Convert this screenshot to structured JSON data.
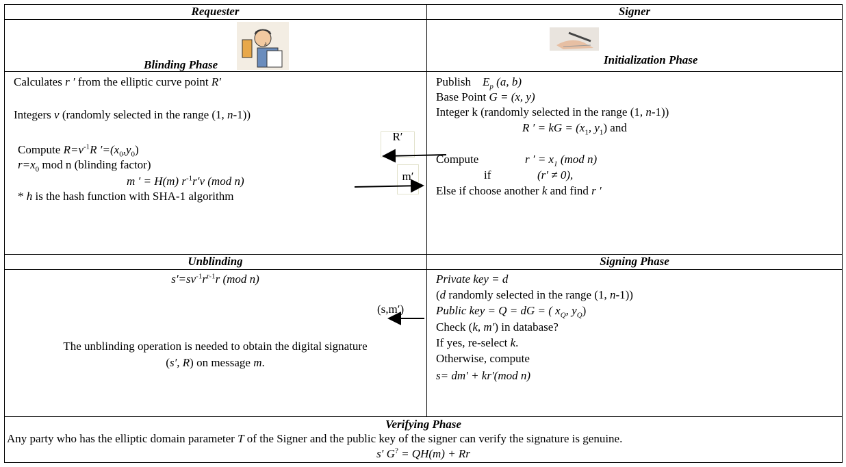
{
  "headers": {
    "requester": "Requester",
    "signer": "Signer",
    "blinding_phase": "Blinding Phase",
    "initialization_phase": "Initialization Phase",
    "unblinding": "Unblinding",
    "signing_phase": "Signing Phase",
    "verifying_phase": "Verifying Phase"
  },
  "images": {
    "requester": "person-reading-illustration",
    "signer": "hand-writing-signature-photo"
  },
  "blinding": {
    "line1_pre": "Calculates ",
    "line1_var": "r ′",
    "line1_post": " from the elliptic curve point ",
    "line1_pt": "R′",
    "line2_pre": "Integers ",
    "line2_var": "v",
    "line2_mid": "  (randomly selected in the range (1, ",
    "line2_n": "n",
    "line2_post": "-1))",
    "line3_pre": "Compute ",
    "line3_expr": "R=v",
    "line3_sup": "-1",
    "line3_mid": "R ′",
    "line3_eq": "=(x",
    "line3_sub0": "0",
    "line3_y": ",y",
    "line3_sub1": "0",
    "line3_close": ")",
    "line4_r": "r=x",
    "line4_sub": "0",
    "line4_post": " mod n (blinding factor)",
    "line5": "m ′ = H(m) r",
    "line5_sup": "-1",
    "line5_post": "r′v  (mod n)",
    "line6_pre": "* ",
    "line6_h": "h",
    "line6_post": " is the hash function with SHA-1 algorithm"
  },
  "init": {
    "publish": "Publish",
    "ep": "E",
    "ep_sub": "p",
    "ep_args": " (a, b)",
    "base_pre": "Base Point  ",
    "base_expr": "G",
    "base_post": " = (x, y)",
    "int_pre": "Integer  k  (randomly selected in the range (1, ",
    "int_n": "n",
    "int_post": "-1))",
    "rk": "R ′ = kG",
    "rk_eq": " = (x",
    "rk_sub1": "1",
    "rk_y": ", y",
    "rk_sub2": "1",
    "rk_post": ") and",
    "compute": "Compute",
    "r_eq": "r ′ = x",
    "r_sub": "1",
    "r_post": " (mod n)",
    "if": "if",
    "if_cond": "(r′ ≠ 0),",
    "else_pre": "Else if  choose another ",
    "else_k": "k",
    "else_mid": " and  find    ",
    "else_r": "r ′"
  },
  "messages": {
    "r_prime": "R′",
    "m_prime": "m′",
    "s_m": "(s,m′)"
  },
  "unblinding": {
    "formula_pre": "s′=sv",
    "formula_sup1": "-1",
    "formula_r": "r",
    "formula_sup2": "r-1",
    "formula_post": "r  (mod n)",
    "desc1": "The unblinding operation is needed to obtain the digital signature",
    "desc2_pre": "(",
    "desc2_s": "s′, R",
    "desc2_mid": ") on message ",
    "desc2_m": "m",
    "desc2_end": "."
  },
  "signing": {
    "priv": "Private key  =  d",
    "range_pre": "(",
    "range_d": "d",
    "range_mid": "  randomly selected in the range (1, ",
    "range_n": "n",
    "range_post": "-1))",
    "pub_pre": "Public key  =  Q",
    "pub_mid": " = dG",
    "pub_eq": " = ( x",
    "pub_subq1": "Q",
    "pub_y": ", y",
    "pub_subq2": "Q",
    "pub_close": ")",
    "check_pre": "Check (",
    "check_km": "k, m′",
    "check_post": ") in database?",
    "yes_pre": "If yes, re-select ",
    "yes_k": "k",
    "yes_end": ".",
    "otherwise": "Otherwise, compute",
    "s_formula": "s= dm′ + kr′(mod n)"
  },
  "verify": {
    "desc_pre": "Any party who has the elliptic domain parameter ",
    "desc_t": "T",
    "desc_post": " of the Signer and the public key of the signer can verify the signature is genuine.",
    "formula_pre": "s′ G",
    "formula_sup": "?",
    "formula_post": " = QH(m) + Rr"
  }
}
